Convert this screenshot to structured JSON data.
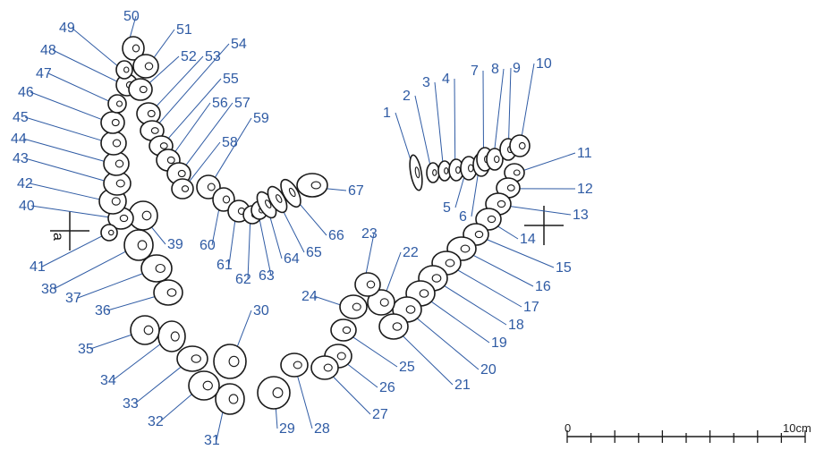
{
  "labels": [
    "1",
    "2",
    "3",
    "4",
    "5",
    "6",
    "7",
    "8",
    "9",
    "10",
    "11",
    "12",
    "13",
    "14",
    "15",
    "16",
    "17",
    "18",
    "19",
    "20",
    "21",
    "22",
    "23",
    "24",
    "25",
    "26",
    "27",
    "28",
    "29",
    "30",
    "31",
    "32",
    "33",
    "34",
    "35",
    "36",
    "37",
    "38",
    "39",
    "40",
    "41",
    "42",
    "43",
    "44",
    "45",
    "46",
    "47",
    "48",
    "49",
    "50",
    "51",
    "52",
    "53",
    "54",
    "55",
    "56",
    "57",
    "58",
    "59",
    "60",
    "61",
    "62",
    "63",
    "64",
    "65",
    "66",
    "67"
  ],
  "section_mark": "a",
  "scale": {
    "start": "0",
    "end": "10cm",
    "divisions": 10
  },
  "colors": {
    "label": "#2f5ba4",
    "stroke": "#1a1a1a",
    "leader": "#2f5ba4"
  }
}
